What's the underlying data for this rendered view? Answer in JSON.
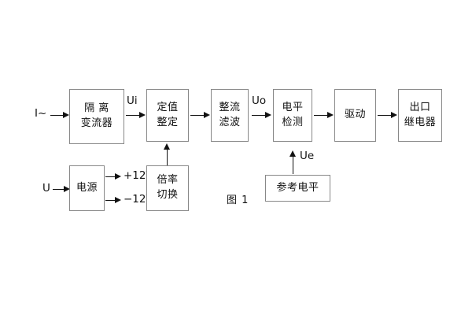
{
  "diagram": {
    "caption": "图 1",
    "blocks": [
      {
        "id": "isolation-transformer",
        "lines": [
          "隔 离",
          "变流器"
        ]
      },
      {
        "id": "setting-value",
        "lines": [
          "定值",
          "整定"
        ]
      },
      {
        "id": "rectify-filter",
        "lines": [
          "整流",
          "滤波"
        ]
      },
      {
        "id": "level-detect",
        "lines": [
          "电平",
          "检测"
        ]
      },
      {
        "id": "drive",
        "lines": [
          "驱动"
        ]
      },
      {
        "id": "output-relay",
        "lines": [
          "出口",
          "继电器"
        ]
      },
      {
        "id": "power-supply",
        "lines": [
          "电源"
        ]
      },
      {
        "id": "multiplier-switch",
        "lines": [
          "倍率",
          "切换"
        ]
      },
      {
        "id": "reference-level",
        "lines": [
          "参考电平"
        ]
      }
    ],
    "signals": {
      "current_input": "I~",
      "voltage_input": "U",
      "ui": "Ui",
      "uo": "Uo",
      "ue": "Ue",
      "supply_positive": "+12V",
      "supply_negative": "−12V"
    }
  },
  "colors": {
    "background": "#ffffff",
    "box_border": "#888888",
    "line": "#111111",
    "text": "#111111"
  }
}
